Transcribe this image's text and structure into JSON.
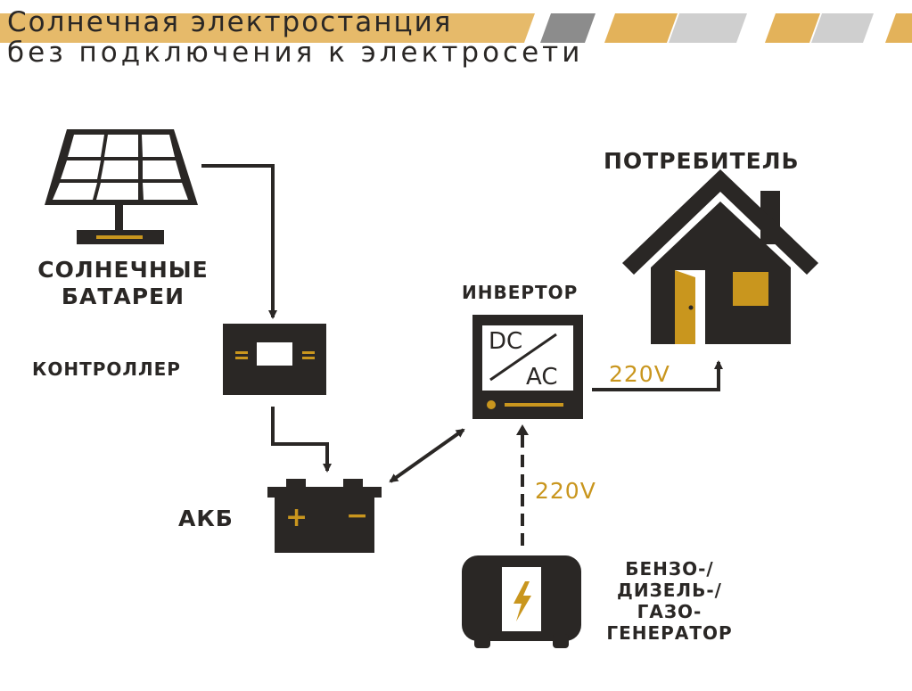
{
  "header": {
    "title_line1": "Солнечная электростанция",
    "title_line2": "без подключения к электросети"
  },
  "nodes": {
    "solar_panels": "СОЛНЕЧНЫЕ\nБАТАРЕИ",
    "controller": "КОНТРОЛЛЕР",
    "battery": "АКБ",
    "inverter": "ИНВЕРТОР",
    "inverter_dc": "DC",
    "inverter_ac": "AC",
    "consumer": "ПОТРЕБИТЕЛЬ",
    "generator": "БЕНЗО-/\nДИЗЕЛЬ-/\nГАЗО-\nГЕНЕРАТОР",
    "battery_plus": "+",
    "battery_minus": "−"
  },
  "edges": {
    "inverter_to_consumer_voltage": "220V",
    "generator_to_inverter_voltage": "220V"
  },
  "colors": {
    "dark": "#2a2725",
    "gold": "#c9961e",
    "stripe_gray": "#9a9a9a"
  },
  "icons": [
    "solar-panel-icon",
    "controller-icon",
    "battery-icon",
    "inverter-icon",
    "house-icon",
    "generator-icon",
    "lightning-icon"
  ]
}
